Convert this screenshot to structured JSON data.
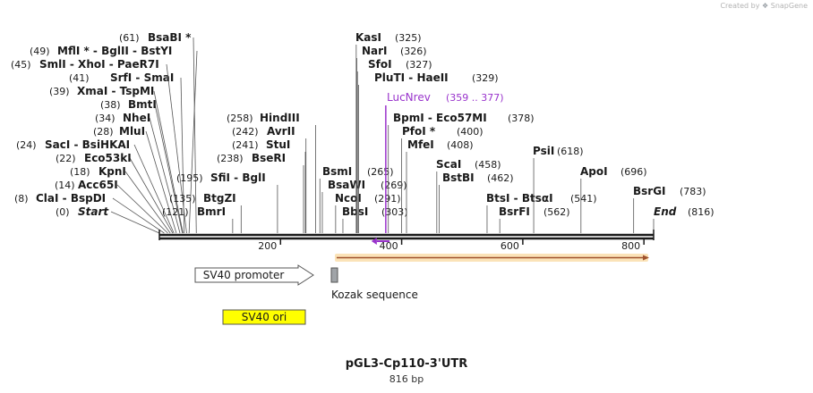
{
  "credit": {
    "prefix": "Created by",
    "brand": "SnapGene"
  },
  "plasmid": {
    "name": "pGL3-Cp110-3'UTR",
    "length_label": "816 bp",
    "length": 816
  },
  "colors": {
    "backbone": "#1a1a1a",
    "primer": "#9933cc",
    "orf": "#f2a93b",
    "ori": "#ffff00",
    "kozak": "#a0a4a8",
    "promoter": "#ffffff"
  },
  "ticks": [
    {
      "pos": 200,
      "label": "200"
    },
    {
      "pos": 400,
      "label": "400"
    },
    {
      "pos": 600,
      "label": "600"
    },
    {
      "pos": 800,
      "label": "800"
    }
  ],
  "sites": [
    {
      "name": "Start",
      "pos": 0,
      "italic": true
    },
    {
      "name": "ClaI - BspDI",
      "pos": 8
    },
    {
      "name": "Acc65I",
      "pos": 14
    },
    {
      "name": "KpnI",
      "pos": 18
    },
    {
      "name": "Eco53kI",
      "pos": 22
    },
    {
      "name": "SacI - BsiHKAI",
      "pos": 24
    },
    {
      "name": "MluI",
      "pos": 28
    },
    {
      "name": "NheI",
      "pos": 34
    },
    {
      "name": "BmtI",
      "pos": 38
    },
    {
      "name": "XmaI - TspMI",
      "pos": 39
    },
    {
      "name": "SrfI - SmaI",
      "pos": 41
    },
    {
      "name": "SmlI - XhoI - PaeR7I",
      "pos": 45
    },
    {
      "name": "MflI * - BglII - BstYI",
      "pos": 49
    },
    {
      "name": "BsaBI *",
      "pos": 61
    },
    {
      "name": "BmrI",
      "pos": 121
    },
    {
      "name": "BtgZI",
      "pos": 135
    },
    {
      "name": "SfiI - BglI",
      "pos": 195
    },
    {
      "name": "BseRI",
      "pos": 238
    },
    {
      "name": "StuI",
      "pos": 241
    },
    {
      "name": "AvrII",
      "pos": 242
    },
    {
      "name": "HindIII",
      "pos": 258
    },
    {
      "name": "BsmI",
      "pos": 265
    },
    {
      "name": "BsaWI",
      "pos": 269
    },
    {
      "name": "NcoI",
      "pos": 291
    },
    {
      "name": "BbsI",
      "pos": 303
    },
    {
      "name": "KasI",
      "pos": 325
    },
    {
      "name": "NarI",
      "pos": 326
    },
    {
      "name": "SfoI",
      "pos": 327
    },
    {
      "name": "PluTI - HaeII",
      "pos": 329
    },
    {
      "name": "BpmI - Eco57MI",
      "pos": 378
    },
    {
      "name": "PfoI *",
      "pos": 400
    },
    {
      "name": "MfeI",
      "pos": 408
    },
    {
      "name": "ScaI",
      "pos": 458
    },
    {
      "name": "BstBI",
      "pos": 462
    },
    {
      "name": "BtsI - BtsαI",
      "pos": 541
    },
    {
      "name": "BsrFI",
      "pos": 562
    },
    {
      "name": "PsiI",
      "pos": 618
    },
    {
      "name": "ApoI",
      "pos": 696
    },
    {
      "name": "BsrGI",
      "pos": 783
    },
    {
      "name": "End",
      "pos": 816,
      "italic": true
    }
  ],
  "primer": {
    "name": "LucNrev",
    "range": "(359 .. 377)",
    "start": 359,
    "end": 377
  },
  "features": [
    {
      "name": "SV40 promoter",
      "start": 0,
      "end": 241,
      "kind": "promoter"
    },
    {
      "name": "Kozak sequence",
      "start": 291,
      "end": 303,
      "kind": "kozak"
    },
    {
      "name": "SV40 ori",
      "start": 106,
      "end": 241,
      "kind": "ori"
    },
    {
      "name": "",
      "start": 303,
      "end": 816,
      "kind": "orf"
    }
  ]
}
